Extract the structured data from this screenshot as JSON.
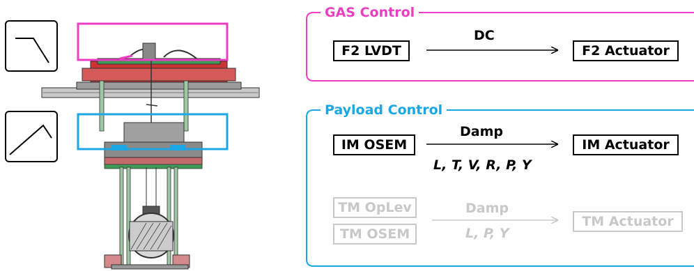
{
  "colors": {
    "gas": "#ec3ec3",
    "payload": "#1aa7e3",
    "inactive": "#c8c8c8",
    "text": "#000000"
  },
  "icons": [
    "lowpass-filter-icon",
    "bandpass-filter-icon"
  ],
  "gas_control": {
    "title": "GAS Control",
    "sensor": "F2 LVDT",
    "filter": "DC",
    "actuator": "F2 Actuator"
  },
  "payload_control": {
    "title": "Payload Control",
    "im": {
      "sensor": "IM OSEM",
      "filter": "Damp",
      "dofs": "L, T, V, R, P, Y",
      "actuator": "IM Actuator"
    },
    "tm": {
      "sensor_oplev": "TM OpLev",
      "sensor_osem": "TM OSEM",
      "filter": "Damp",
      "dofs": "L, P, Y",
      "actuator": "TM Actuator"
    }
  }
}
